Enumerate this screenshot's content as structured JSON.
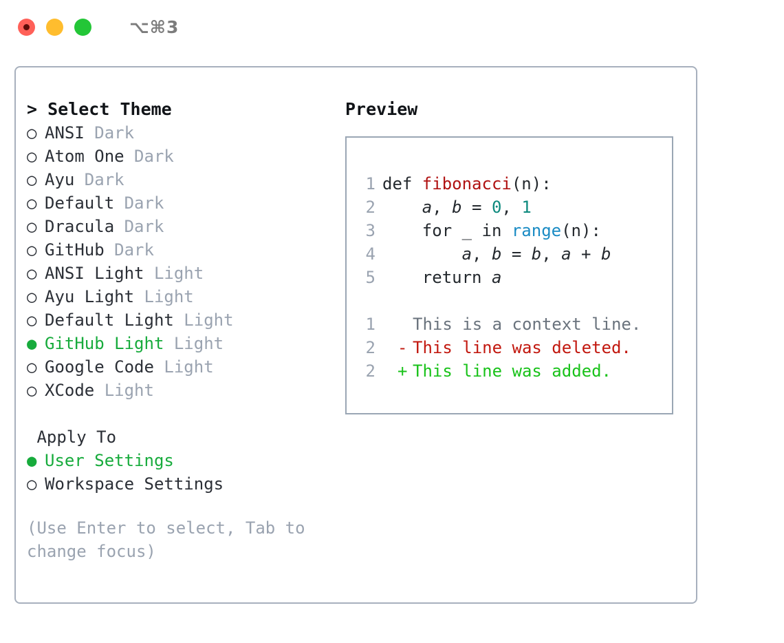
{
  "titlebar": {
    "shortcut": "⌥⌘3",
    "lights": [
      {
        "name": "close",
        "color": "#ff6058"
      },
      {
        "name": "minimize",
        "color": "#ffbd2e"
      },
      {
        "name": "maximize",
        "color": "#23c637"
      }
    ]
  },
  "theme_picker": {
    "header": "> Select Theme",
    "items": [
      {
        "bullet": "○",
        "name": "ANSI",
        "kind": "Dark",
        "selected": false
      },
      {
        "bullet": "○",
        "name": "Atom One",
        "kind": "Dark",
        "selected": false
      },
      {
        "bullet": "○",
        "name": "Ayu",
        "kind": "Dark",
        "selected": false
      },
      {
        "bullet": "○",
        "name": "Default",
        "kind": "Dark",
        "selected": false
      },
      {
        "bullet": "○",
        "name": "Dracula",
        "kind": "Dark",
        "selected": false
      },
      {
        "bullet": "○",
        "name": "GitHub",
        "kind": "Dark",
        "selected": false
      },
      {
        "bullet": "○",
        "name": "ANSI Light",
        "kind": "Light",
        "selected": false
      },
      {
        "bullet": "○",
        "name": "Ayu Light",
        "kind": "Light",
        "selected": false
      },
      {
        "bullet": "○",
        "name": "Default Light",
        "kind": "Light",
        "selected": false
      },
      {
        "bullet": "●",
        "name": "GitHub Light",
        "kind": "Light",
        "selected": true
      },
      {
        "bullet": "○",
        "name": "Google Code",
        "kind": "Light",
        "selected": false
      },
      {
        "bullet": "○",
        "name": "XCode",
        "kind": "Light",
        "selected": false
      }
    ]
  },
  "apply_to": {
    "title": "Apply To",
    "items": [
      {
        "bullet": "●",
        "label": "User Settings",
        "selected": true
      },
      {
        "bullet": "○",
        "label": "Workspace Settings",
        "selected": false
      }
    ]
  },
  "hint": "(Use Enter to select, Tab to change focus)",
  "preview": {
    "label": "Preview",
    "code_lines": [
      {
        "ln": "1",
        "tokens": [
          {
            "t": "def ",
            "c": "kw"
          },
          {
            "t": "fibonacci",
            "c": "fn"
          },
          {
            "t": "(n):",
            "c": "kw"
          }
        ]
      },
      {
        "ln": "2",
        "tokens": [
          {
            "t": "    ",
            "c": "kw"
          },
          {
            "t": "a",
            "c": "var"
          },
          {
            "t": ", ",
            "c": "kw"
          },
          {
            "t": "b",
            "c": "var"
          },
          {
            "t": " = ",
            "c": "kw"
          },
          {
            "t": "0",
            "c": "num"
          },
          {
            "t": ", ",
            "c": "kw"
          },
          {
            "t": "1",
            "c": "num"
          }
        ]
      },
      {
        "ln": "3",
        "tokens": [
          {
            "t": "    for _ in ",
            "c": "kw"
          },
          {
            "t": "range",
            "c": "bi"
          },
          {
            "t": "(n):",
            "c": "kw"
          }
        ]
      },
      {
        "ln": "4",
        "tokens": [
          {
            "t": "        ",
            "c": "kw"
          },
          {
            "t": "a",
            "c": "var"
          },
          {
            "t": ", ",
            "c": "kw"
          },
          {
            "t": "b",
            "c": "var"
          },
          {
            "t": " = ",
            "c": "kw"
          },
          {
            "t": "b",
            "c": "var"
          },
          {
            "t": ", ",
            "c": "kw"
          },
          {
            "t": "a",
            "c": "var"
          },
          {
            "t": " + ",
            "c": "kw"
          },
          {
            "t": "b",
            "c": "var"
          }
        ]
      },
      {
        "ln": "5",
        "tokens": [
          {
            "t": "    return ",
            "c": "kw"
          },
          {
            "t": "a",
            "c": "var"
          }
        ]
      }
    ],
    "diff_lines": [
      {
        "ln": "1",
        "marker": " ",
        "text": "This is a context line.",
        "type": "context"
      },
      {
        "ln": "2",
        "marker": "-",
        "text": "This line was deleted.",
        "type": "deleted"
      },
      {
        "ln": "2",
        "marker": "+",
        "text": "This line was added.",
        "type": "added"
      }
    ]
  },
  "colors": {
    "selected_green": "#17ab3c",
    "muted": "#9aa3b0",
    "border": "#a7b0bd",
    "preview_border": "#9aa6b4",
    "function_red": "#b01212",
    "number_teal": "#0e8a7e",
    "builtin_blue": "#1a8bc4",
    "diff_deleted": "#c2180f",
    "diff_added": "#19c21a",
    "diff_context": "#6a737d"
  }
}
